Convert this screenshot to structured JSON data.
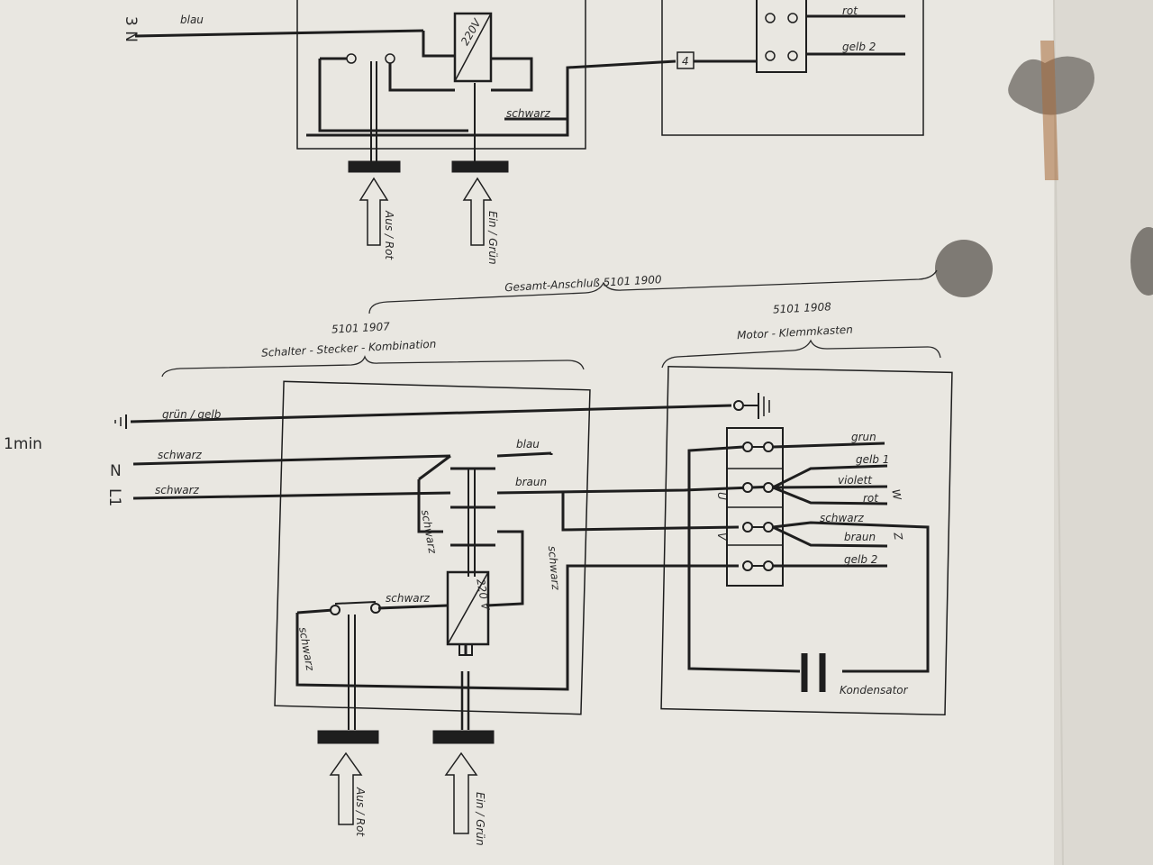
{
  "side_label": "1min",
  "top": {
    "line_label": "3 N",
    "n_wire": "blau",
    "voltage": "220V",
    "schwarz": "schwarz",
    "terminal_num": "4",
    "rot": "rot",
    "gelb2": "gelb 2",
    "btn_aus": "Aus / Rot",
    "btn_ein": "Ein / Grün"
  },
  "bottom": {
    "header_total": "Gesamt-Anschluß  5101 1900",
    "left_num": "5101 1907",
    "left_title": "Schalter - Stecker - Kombination",
    "right_num": "5101 1908",
    "right_title": "Motor - Klemmkasten",
    "mains": {
      "earth_wire": "grün / gelb",
      "n_label": "N",
      "n_wire": "schwarz",
      "l1_label": "L1",
      "l1_wire": "schwarz"
    },
    "switch_out": {
      "blau": "blau",
      "braun": "braun"
    },
    "internal": {
      "schwarz_a": "schwarz",
      "schwarz_b": "schwarz",
      "schwarz_c": "schwarz",
      "schwarz_d": "schwarz",
      "voltage": "220 V"
    },
    "motor_wires": {
      "grun": "grun",
      "gelb1": "gelb 1",
      "violett": "violett",
      "rot": "rot",
      "schwarz": "schwarz",
      "braun": "braun",
      "gelb2": "gelb 2",
      "w_mark": "W",
      "z_mark": "Z",
      "u_mark": "U",
      "v_mark": "V"
    },
    "capacitor": "Kondensator",
    "btn_aus": "Aus / Rot",
    "btn_ein": "Ein / Grün"
  }
}
